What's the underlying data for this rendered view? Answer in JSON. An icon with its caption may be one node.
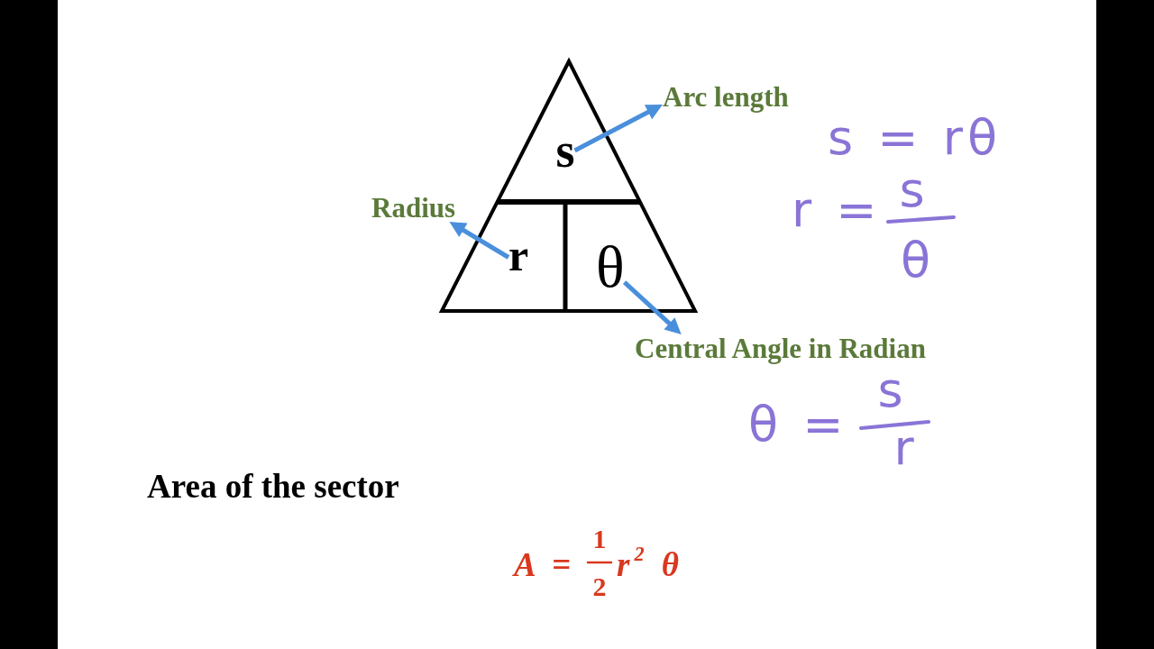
{
  "diagram": {
    "nodes": [
      {
        "text": [],
        "shape": "triangle"
      },
      {
        "text": [
          "Arc length"
        ]
      },
      {
        "text": [
          "s"
        ],
        "in": 0
      },
      {
        "text": [
          "Radius"
        ]
      },
      {
        "text": [
          "r"
        ],
        "in": 0
      },
      {
        "text": [
          "θ"
        ],
        "in": 0
      },
      {
        "text": [
          "Central Angle in Radian"
        ]
      }
    ],
    "edges": [
      {
        "from": 2,
        "to": 1,
        "arrow": "to"
      },
      {
        "from": 4,
        "to": 3,
        "arrow": "to"
      },
      {
        "from": 5,
        "to": 6,
        "arrow": "to"
      }
    ],
    "labels": [
      "s = rθ",
      "r =",
      "s",
      "θ",
      "θ =",
      "s",
      "r",
      "Area of the sector",
      "A =",
      "1",
      "2",
      "r$^{2}$ θ"
    ]
  }
}
